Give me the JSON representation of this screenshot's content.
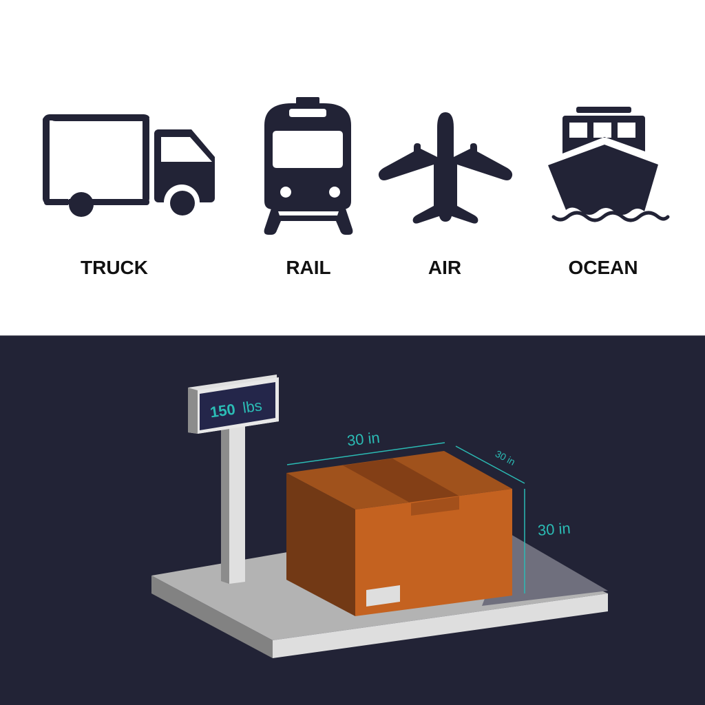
{
  "modes": [
    {
      "id": "truck",
      "label": "TRUCK",
      "icon": "truck-icon"
    },
    {
      "id": "rail",
      "label": "RAIL",
      "icon": "train-icon"
    },
    {
      "id": "air",
      "label": "AIR",
      "icon": "airplane-icon"
    },
    {
      "id": "ocean",
      "label": "OCEAN",
      "icon": "ship-icon"
    }
  ],
  "scale": {
    "display_weight": "150",
    "display_unit": "lbs"
  },
  "package": {
    "length": "30 in",
    "width": "30 in",
    "height": "30 in"
  },
  "colors": {
    "icon": "#222336",
    "background_dark": "#222336",
    "accent": "#2bbcb5",
    "box_front": "#c46220",
    "box_side": "#723915",
    "box_top": "#a0521c",
    "platform": "#b3b3b3"
  }
}
